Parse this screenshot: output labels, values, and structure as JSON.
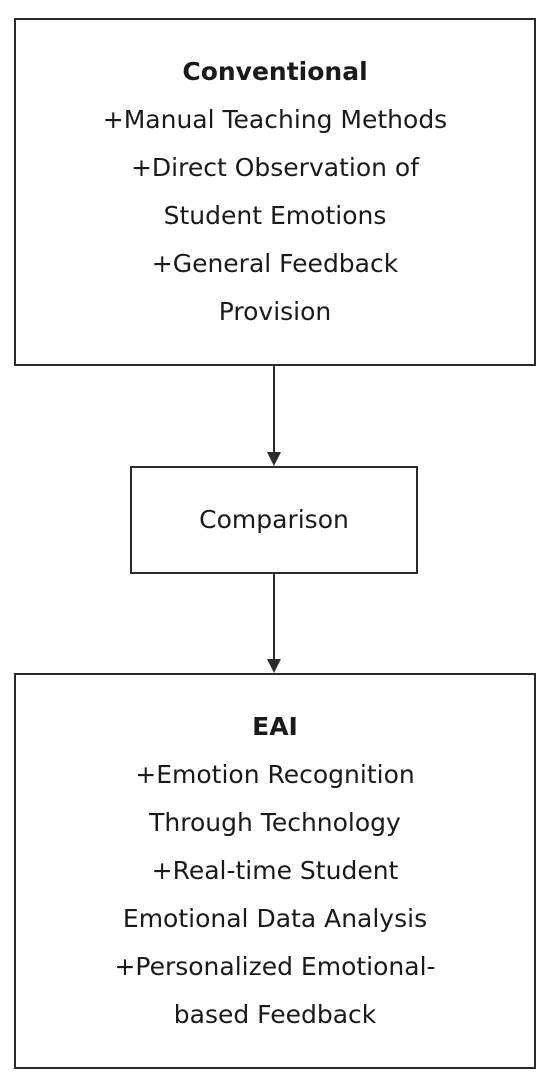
{
  "diagram": {
    "conventional": {
      "title": "Conventional",
      "lines": [
        "+Manual Teaching Methods",
        "+Direct Observation of",
        "Student Emotions",
        "+General Feedback",
        "Provision"
      ]
    },
    "comparison": {
      "label": "Comparison"
    },
    "eai": {
      "title": "EAI",
      "lines": [
        "+Emotion Recognition",
        "Through Technology",
        "+Real-time Student",
        "Emotional Data Analysis",
        "+Personalized Emotional-",
        "based Feedback"
      ]
    },
    "colors": {
      "stroke": "#2b2b2b",
      "background": "#ffffff",
      "text": "#1a1a1a"
    }
  }
}
